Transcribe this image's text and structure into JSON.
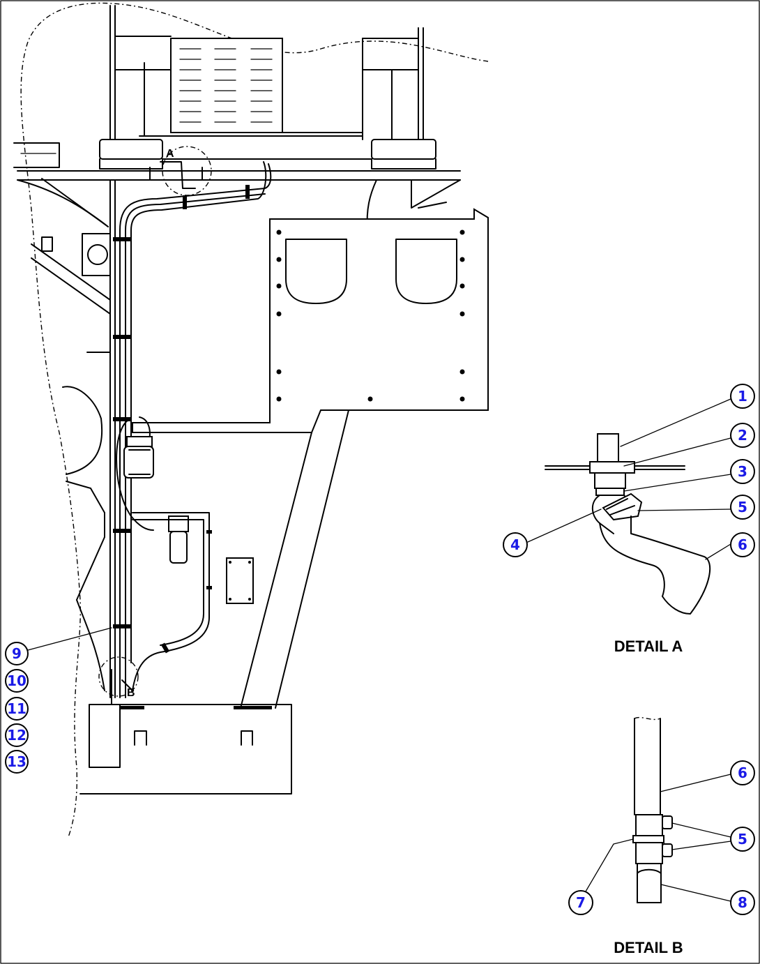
{
  "callouts_main": [
    "9",
    "10",
    "11",
    "12",
    "13"
  ],
  "detail_a": {
    "label": "DETAIL A",
    "callouts": [
      "1",
      "2",
      "3",
      "5",
      "4",
      "6"
    ]
  },
  "detail_b": {
    "label": "DETAIL B",
    "callouts": [
      "6",
      "5",
      "7",
      "8"
    ]
  },
  "detail_markers": [
    "A",
    "B"
  ],
  "colors": {
    "callout_text": "#1a1ae6",
    "line": "#000000",
    "background": "#ffffff"
  }
}
